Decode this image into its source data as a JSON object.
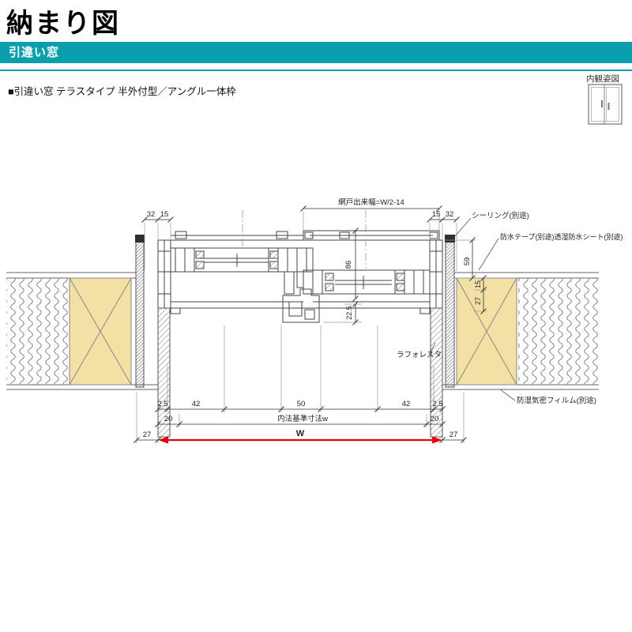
{
  "header": {
    "title": "納まり図",
    "banner": "引違い窓",
    "view_label": "内観姿図",
    "subtitle": "■引違い窓 テラスタイプ 半外付型／アングル一体枠"
  },
  "colors": {
    "teal": "#0b9fad",
    "red": "#e60012",
    "tan": "#f2e0a4",
    "line": "#444444"
  },
  "drawing": {
    "labels": {
      "screen_width": "網戸出来幅=W/2-14",
      "sealing": "シーリング(別途)",
      "waterproof": "防水テープ(別途)透湿防水シート(別途)",
      "laforesta": "ラフォレスタ",
      "film": "防湿気密フィルム(別途)"
    },
    "dims": {
      "top_left": [
        "32",
        "15"
      ],
      "top_right": [
        "15",
        "32"
      ],
      "side": [
        "59",
        "15",
        "27"
      ],
      "mid": [
        "86",
        "22.5"
      ],
      "row1": [
        "2.5",
        "42",
        "50",
        "42",
        "2.5"
      ],
      "row2": [
        "20",
        "内法基準寸法w",
        "20"
      ],
      "row3": [
        "27",
        "W",
        "27"
      ]
    }
  }
}
